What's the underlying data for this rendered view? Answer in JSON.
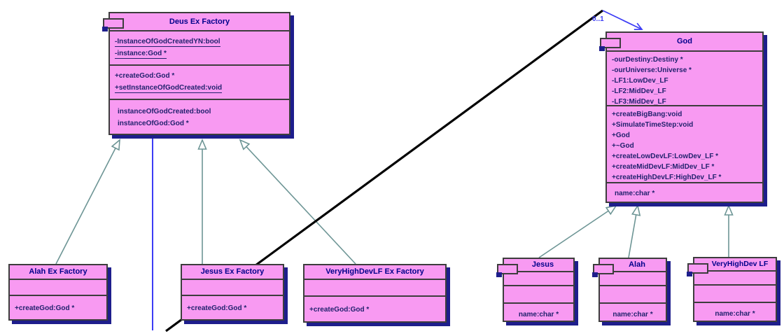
{
  "diagram": {
    "type": "uml-class-diagram",
    "classes": {
      "deus_ex_factory": {
        "title": "Deus Ex Factory",
        "attributes": [
          "-InstanceOfGodCreatedYN:bool",
          "-instance:God *"
        ],
        "methods": [
          "+createGod:God *",
          "+setInstanceOfGodCreated:void"
        ],
        "extras": [
          "instanceOfGodCreated:bool",
          "instanceOfGod:God *"
        ]
      },
      "god": {
        "title": "God",
        "attributes": [
          "-ourDestiny:Destiny *",
          "-ourUniverse:Universe *",
          "-LF1:LowDev_LF",
          "-LF2:MidDev_LF",
          "-LF3:MidDev_LF"
        ],
        "methods": [
          "+createBigBang:void",
          "+SimulateTimeStep:void",
          "+God",
          "+~God",
          "+createLowDevLF:LowDev_LF *",
          "+createMidDevLF:MidDev_LF *",
          "+createHighDevLF:HighDev_LF *"
        ],
        "extras": [
          "name:char *"
        ]
      },
      "alah_ex_factory": {
        "title": "Alah Ex Factory",
        "methods": [
          "+createGod:God *"
        ]
      },
      "jesus_ex_factory": {
        "title": "Jesus Ex Factory",
        "methods": [
          "+createGod:God *"
        ]
      },
      "veryhighdevlf_ex_factory": {
        "title": "VeryHighDevLF Ex Factory",
        "methods": [
          "+createGod:God *"
        ]
      },
      "jesus": {
        "title": "Jesus",
        "extras": [
          "name:char *"
        ]
      },
      "alah": {
        "title": "Alah",
        "extras": [
          "name:char *"
        ]
      },
      "veryhighdev_lf": {
        "title": "VeryHighDev LF",
        "extras": [
          "name:char *"
        ]
      }
    },
    "association": {
      "from": "Deus Ex Factory",
      "to": "God",
      "multiplicity": "0..1"
    },
    "colors": {
      "class_fill": "#f89af2",
      "class_border": "#3d3d3d",
      "shadow_navy": "#1e1e8c",
      "title_text": "#00008b",
      "member_text": "#22226e",
      "inheritance_line": "#6d9595",
      "association_blue": "#3c3cf5",
      "association_black": "#000000",
      "background": "#ffffff"
    }
  }
}
